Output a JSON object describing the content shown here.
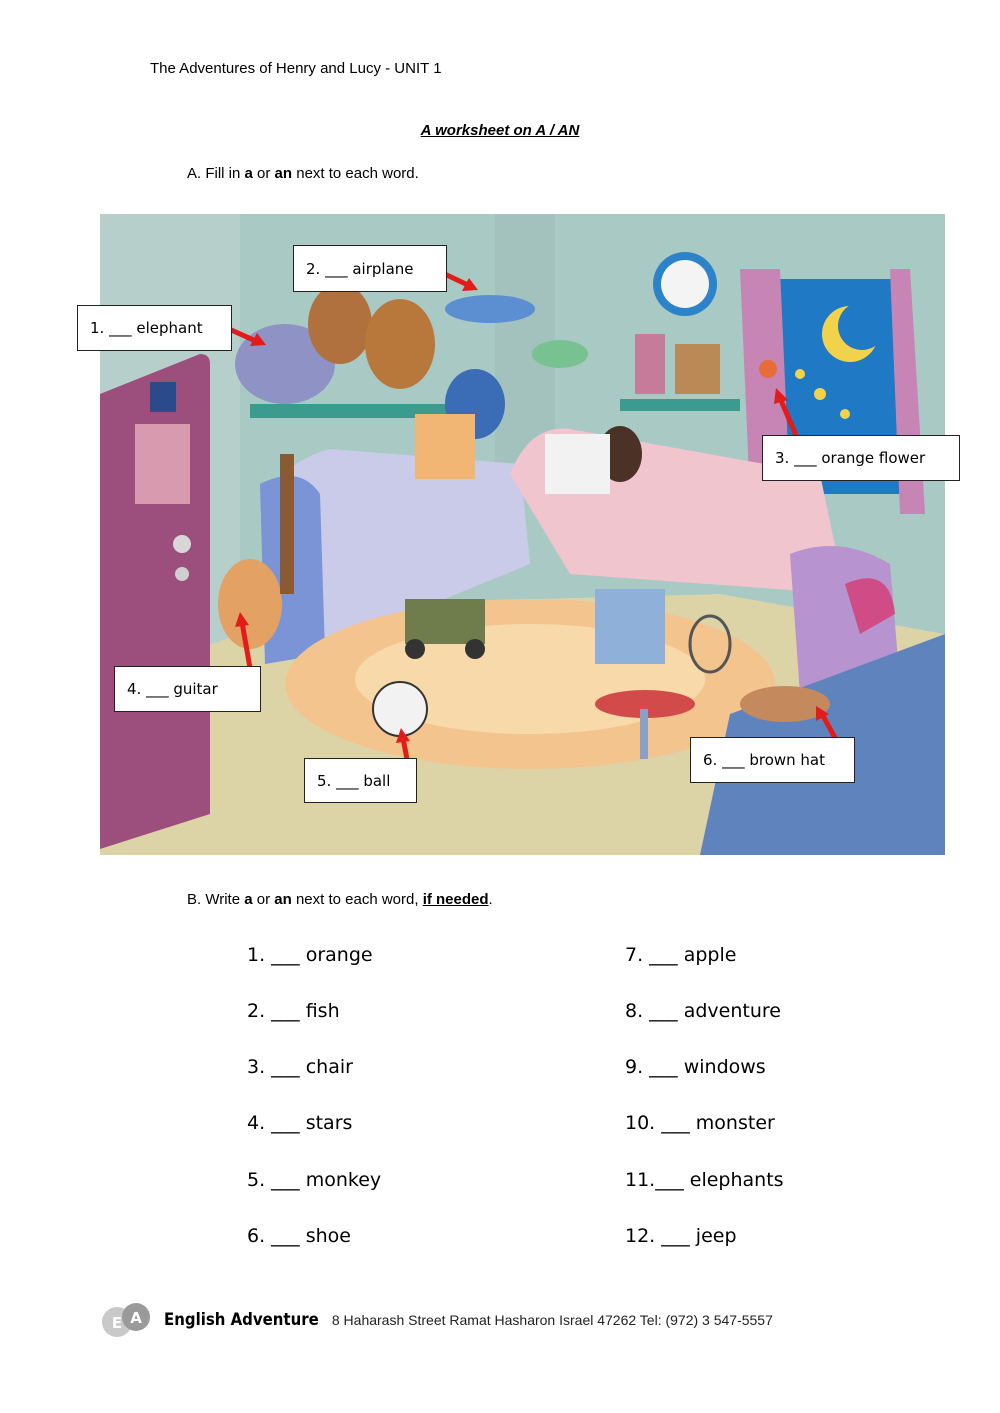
{
  "header": "The Adventures of Henry and Lucy - UNIT 1",
  "title": "A worksheet on A / AN",
  "sectionA": {
    "prefix": "A.  Fill in ",
    "a": "a",
    "or": " or ",
    "an": "an",
    "suffix": " next to each word."
  },
  "labels": [
    "1. ___ elephant",
    "2. ___ airplane",
    "3. ___ orange flower",
    "4. ___ guitar",
    "5. ___ ball",
    "6. ___ brown hat"
  ],
  "sectionB": {
    "prefix": "B.  Write ",
    "a": "a",
    "or": " or ",
    "an": "an",
    "middle": " next to each word, ",
    "emph": "if needed",
    "end": "."
  },
  "items": [
    "1.  ___ orange",
    "2.  ___ fish",
    "3.  ___ chair",
    "4.  ___ stars",
    "5.  ___ monkey",
    "6.  ___ shoe",
    "7. ___ apple",
    "8. ___ adventure",
    "9. ___ windows",
    "10. ___ monster",
    "11.___ elephants",
    "12. ___ jeep"
  ],
  "footer": {
    "logo": "EA",
    "brand": "English Adventure",
    "address": "8 Haharash Street  Ramat Hasharon Israel 47262  Tel: (972) 3 547-5557"
  },
  "colors": {
    "arrow": "#e21b1b",
    "wall": "#a9c9c4",
    "floor": "#dcd4a6",
    "window": "#1f79c4"
  }
}
